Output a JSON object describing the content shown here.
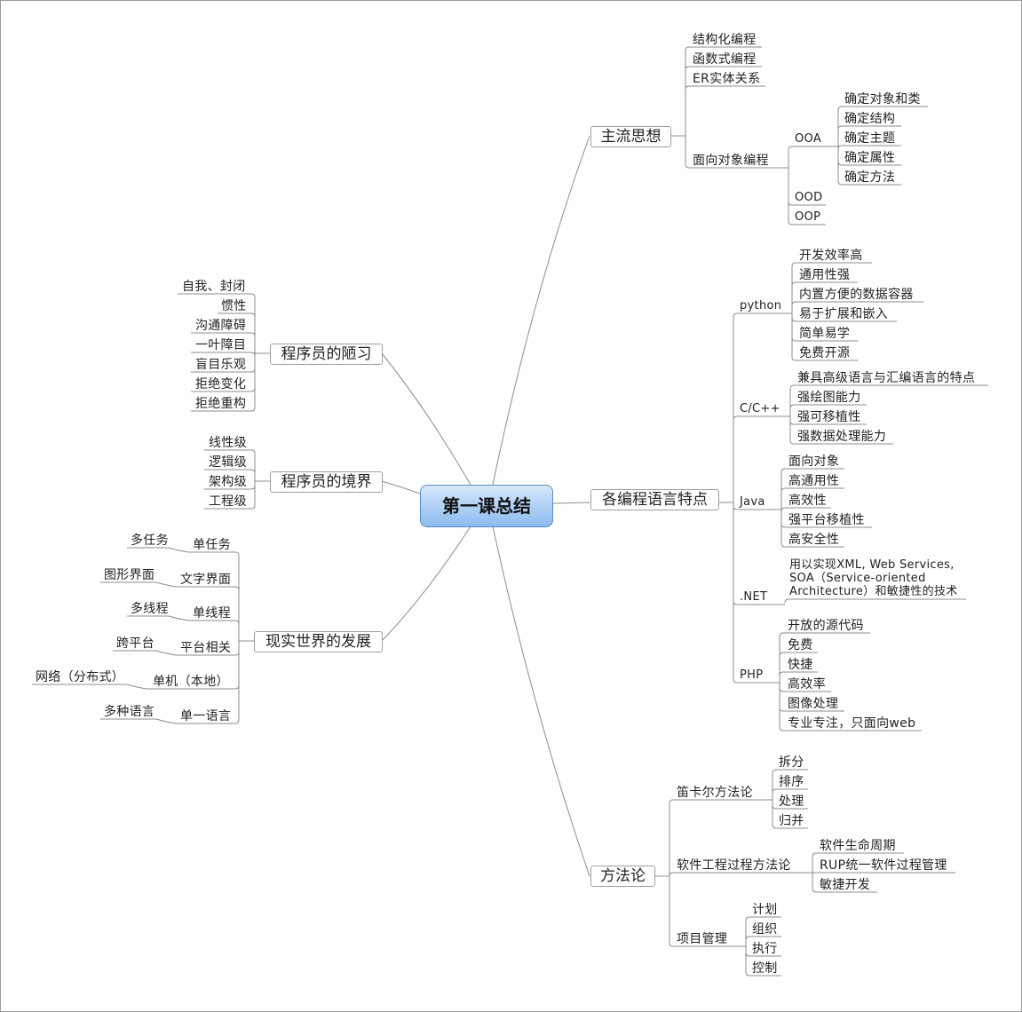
{
  "central": "第一课总结",
  "branches": {
    "mainstream": {
      "label": "主流思想",
      "items": [
        "结构化编程",
        "函数式编程",
        "ER实体关系",
        "面向对象编程"
      ],
      "oo": {
        "ooa": "OOA",
        "ooa_items": [
          "确定对象和类",
          "确定结构",
          "确定主题",
          "确定属性",
          "确定方法"
        ],
        "ood": "OOD",
        "oop": "OOP"
      }
    },
    "languages": {
      "label": "各编程语言特点",
      "python": {
        "label": "python",
        "items": [
          "开发效率高",
          "通用性强",
          "内置方便的数据容器",
          "易于扩展和嵌入",
          "简单易学",
          "免费开源"
        ]
      },
      "cpp": {
        "label": "C/C++",
        "items": [
          "兼具高级语言与汇编语言的特点",
          "强绘图能力",
          "强可移植性",
          "强数据处理能力"
        ]
      },
      "java": {
        "label": "Java",
        "items": [
          "面向对象",
          "高通用性",
          "高效性",
          "强平台移植性",
          "高安全性"
        ]
      },
      "net": {
        "label": ".NET",
        "items": [
          "用以实现XML, Web Services,",
          "SOA（Service-oriented",
          "Architecture）和敏捷性的技术"
        ]
      },
      "php": {
        "label": "PHP",
        "items": [
          "开放的源代码",
          "免费",
          "快捷",
          "高效率",
          "图像处理",
          "专业专注，只面向web"
        ]
      }
    },
    "methodology": {
      "label": "方法论",
      "descartes": {
        "label": "笛卡尔方法论",
        "items": [
          "拆分",
          "排序",
          "处理",
          "归并"
        ]
      },
      "swe": {
        "label": "软件工程过程方法论",
        "items": [
          "软件生命周期",
          "RUP统一软件过程管理",
          "敏捷开发"
        ]
      },
      "pm": {
        "label": "项目管理",
        "items": [
          "计划",
          "组织",
          "执行",
          "控制"
        ]
      }
    },
    "habits": {
      "label": "程序员的陋习",
      "items": [
        "自我、封闭",
        "惯性",
        "沟通障碍",
        "一叶障目",
        "盲目乐观",
        "拒绝变化",
        "拒绝重构"
      ]
    },
    "levels": {
      "label": "程序员的境界",
      "items": [
        "线性级",
        "逻辑级",
        "架构级",
        "工程级"
      ]
    },
    "reality": {
      "label": "现实世界的发展",
      "pairs": [
        {
          "from": "单任务",
          "to": "多任务"
        },
        {
          "from": "文字界面",
          "to": "图形界面"
        },
        {
          "from": "单线程",
          "to": "多线程"
        },
        {
          "from": "平台相关",
          "to": "跨平台"
        },
        {
          "from": "单机（本地）",
          "to": "网络（分布式）"
        },
        {
          "from": "单一语言",
          "to": "多种语言"
        }
      ]
    }
  }
}
